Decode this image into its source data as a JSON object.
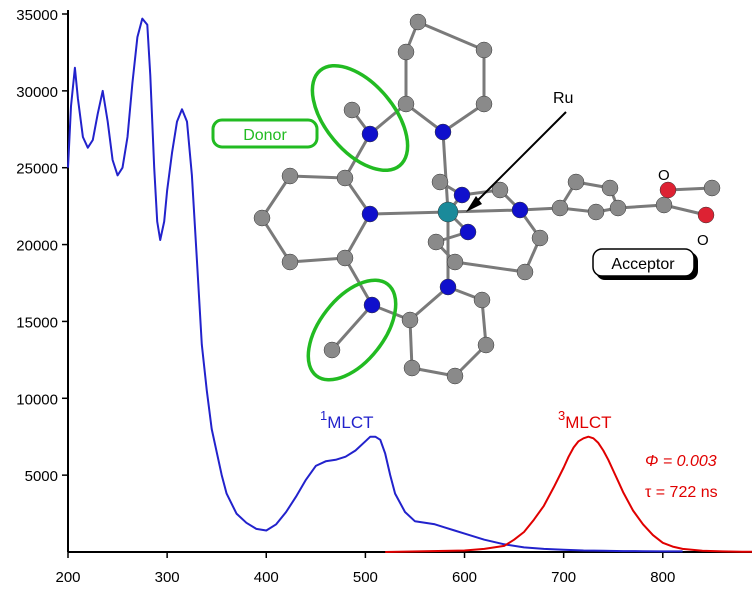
{
  "chart_data": {
    "type": "line",
    "x_ticks": [
      200,
      300,
      400,
      500,
      600,
      700,
      800
    ],
    "y_ticks": [
      5000,
      10000,
      15000,
      20000,
      25000,
      30000,
      35000
    ],
    "xlim": [
      200,
      890
    ],
    "ylim": [
      0,
      35000
    ],
    "grid": false,
    "series": [
      {
        "name": "1MLCT",
        "label_sup": "1",
        "label_main": "MLCT",
        "color": "#2222cc",
        "x": [
          200,
          203,
          207,
          210,
          215,
          220,
          225,
          230,
          235,
          240,
          245,
          250,
          255,
          260,
          265,
          270,
          275,
          280,
          283,
          287,
          290,
          293,
          297,
          300,
          305,
          310,
          315,
          320,
          325,
          330,
          335,
          340,
          345,
          350,
          355,
          360,
          370,
          380,
          390,
          400,
          410,
          420,
          430,
          440,
          450,
          460,
          470,
          480,
          490,
          500,
          505,
          510,
          515,
          520,
          525,
          530,
          540,
          550,
          560,
          570,
          580,
          590,
          600,
          620,
          640,
          660,
          680,
          700,
          720,
          740,
          760,
          780,
          800,
          820
        ],
        "y": [
          25000,
          29000,
          31500,
          29500,
          27000,
          26300,
          26800,
          28500,
          30000,
          28000,
          25500,
          24500,
          25000,
          27000,
          30500,
          33500,
          34700,
          34300,
          31000,
          25000,
          21500,
          20300,
          21500,
          23500,
          26000,
          28000,
          28800,
          28000,
          24500,
          19000,
          13500,
          10500,
          8000,
          6500,
          5000,
          3800,
          2500,
          1900,
          1500,
          1400,
          1800,
          2600,
          3600,
          4700,
          5600,
          5900,
          6000,
          6200,
          6600,
          7200,
          7500,
          7500,
          7300,
          6400,
          5000,
          3800,
          2600,
          2000,
          1900,
          1800,
          1600,
          1400,
          1200,
          800,
          500,
          300,
          200,
          150,
          100,
          80,
          60,
          50,
          40,
          40
        ]
      },
      {
        "name": "3MLCT",
        "label_sup": "3",
        "label_main": "MLCT",
        "color": "#e00000",
        "x": [
          520,
          560,
          600,
          620,
          640,
          650,
          660,
          670,
          680,
          690,
          700,
          705,
          710,
          715,
          720,
          725,
          730,
          735,
          740,
          745,
          750,
          755,
          760,
          770,
          780,
          790,
          800,
          810,
          820,
          840,
          860,
          880,
          890
        ],
        "y": [
          0,
          50,
          100,
          200,
          400,
          800,
          1300,
          2100,
          3000,
          4200,
          5500,
          6200,
          6800,
          7200,
          7400,
          7500,
          7400,
          7100,
          6600,
          6000,
          5300,
          4600,
          3900,
          2700,
          1800,
          1100,
          600,
          350,
          200,
          80,
          40,
          20,
          10
        ]
      }
    ],
    "annotations": {
      "phi": "Φ = 0.003",
      "tau": "τ  = 722 ns",
      "donor": "Donor",
      "acceptor": "Acceptor",
      "ru": "Ru",
      "o_top": "O",
      "o_bottom": "O"
    },
    "colors": {
      "donor_green": "#22bb22",
      "atom_carbon": "#8a8a8a",
      "atom_nitrogen": "#1010cc",
      "atom_ru": "#1a8a9a",
      "atom_oxygen": "#dd2233"
    }
  }
}
